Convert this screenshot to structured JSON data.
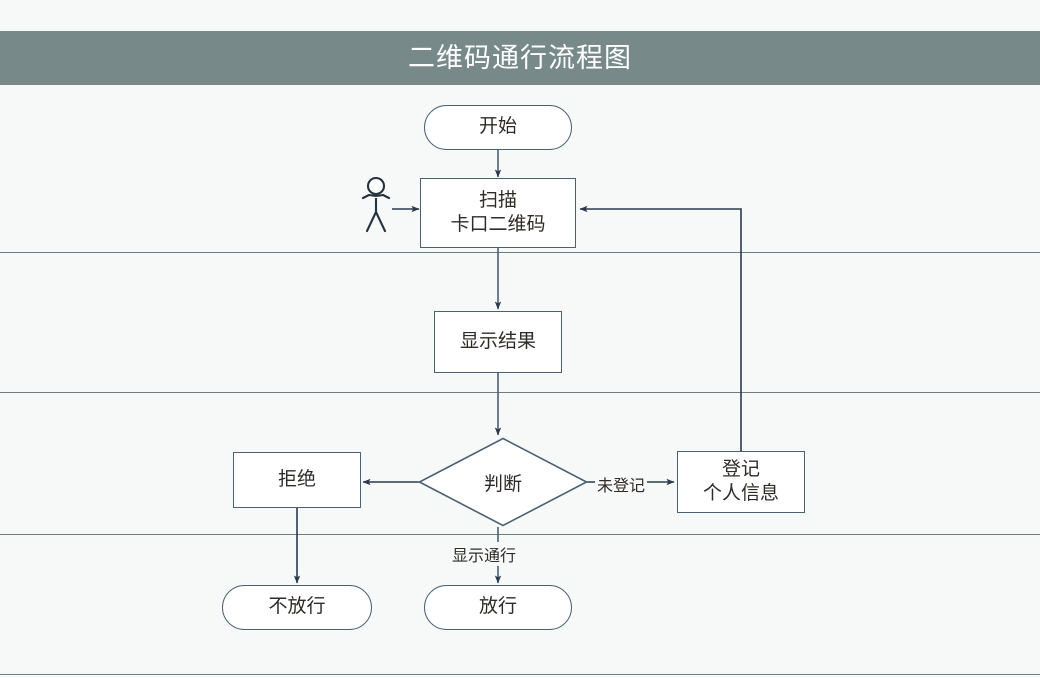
{
  "header": {
    "title": "二维码通行流程图",
    "background_color": "#78898a",
    "text_color": "#ffffff"
  },
  "canvas": {
    "background_color": "#f7f8f8",
    "node_border_color": "#4a6173",
    "node_fill_color": "#ffffff",
    "connector_color": "#2a3b4d",
    "swimlane_line_color": "#6e7d80",
    "text_color": "#2f2b28"
  },
  "diagram": {
    "type": "flowchart",
    "nodes": [
      {
        "id": "start",
        "label": "开始",
        "shape": "terminator"
      },
      {
        "id": "scan",
        "label": "扫描\n卡口二维码",
        "shape": "process"
      },
      {
        "id": "result",
        "label": "显示结果",
        "shape": "process"
      },
      {
        "id": "decide",
        "label": "判断",
        "shape": "decision"
      },
      {
        "id": "reject",
        "label": "拒绝",
        "shape": "process"
      },
      {
        "id": "register",
        "label": "登记\n个人信息",
        "shape": "process"
      },
      {
        "id": "deny",
        "label": "不放行",
        "shape": "terminator"
      },
      {
        "id": "allow",
        "label": "放行",
        "shape": "terminator"
      }
    ],
    "edges": [
      {
        "from": "actor",
        "to": "scan",
        "label": ""
      },
      {
        "from": "start",
        "to": "scan",
        "label": ""
      },
      {
        "from": "scan",
        "to": "result",
        "label": ""
      },
      {
        "from": "result",
        "to": "decide",
        "label": ""
      },
      {
        "from": "decide",
        "to": "reject",
        "label": ""
      },
      {
        "from": "decide",
        "to": "register",
        "label": "未登记"
      },
      {
        "from": "decide",
        "to": "allow",
        "label": "显示通行"
      },
      {
        "from": "reject",
        "to": "deny",
        "label": ""
      },
      {
        "from": "register",
        "to": "scan",
        "label": ""
      }
    ],
    "edge_labels": {
      "not_registered": "未登记",
      "show_pass": "显示通行"
    },
    "actor": {
      "name": "stick-figure-actor",
      "label": ""
    },
    "swimlanes": 4
  }
}
